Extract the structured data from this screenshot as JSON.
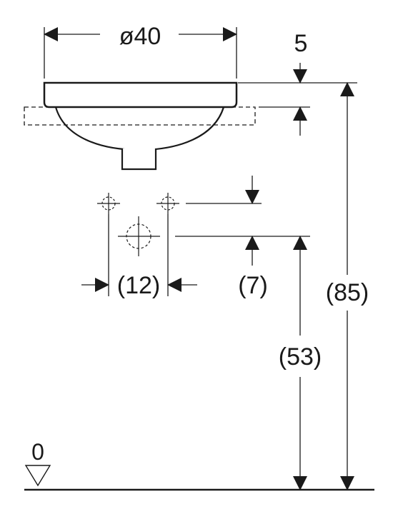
{
  "dimensions": {
    "diameter": "ø40",
    "rim_thickness": "5",
    "tap_hole_spacing": "(12)",
    "tap_hole_offset": "(7)",
    "drain_height": "(53)",
    "rim_height": "(85)",
    "floor_level": "0"
  },
  "colors": {
    "ink": "#1a1a1a",
    "background": "#ffffff"
  }
}
